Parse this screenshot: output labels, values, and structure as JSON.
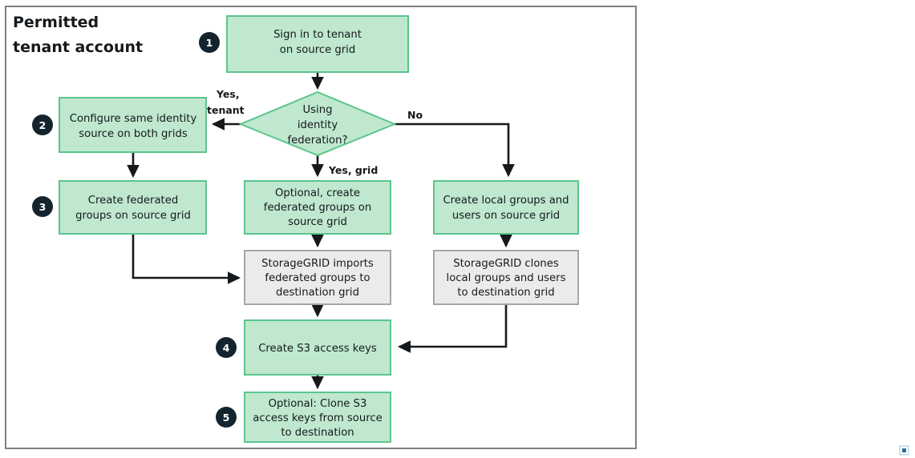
{
  "diagram": {
    "title_line1": "Permitted",
    "title_line2": "tenant account",
    "colors": {
      "green_fill": "#bfe8cf",
      "green_stroke": "#5cc48c",
      "gray_fill": "#ebebeb",
      "gray_stroke": "#a6a6a6",
      "step_badge": "#13242f",
      "connector": "#16191c",
      "frame_stroke": "#7f7f7f"
    },
    "nodes": [
      {
        "id": "sign-in",
        "kind": "process-green",
        "step": "1",
        "lines": [
          "Sign in to tenant",
          "on source grid"
        ]
      },
      {
        "id": "using-identity-federation",
        "kind": "decision",
        "step": "",
        "lines": [
          "Using",
          "identity",
          "federation?"
        ]
      },
      {
        "id": "configure-same-identity-source",
        "kind": "process-green",
        "step": "2",
        "lines": [
          "Configure same identity",
          "source on both grids"
        ]
      },
      {
        "id": "create-federated-groups-source",
        "kind": "process-green",
        "step": "3",
        "lines": [
          "Create federated",
          "groups on source grid"
        ]
      },
      {
        "id": "optional-create-federated-groups",
        "kind": "process-green",
        "step": "",
        "lines": [
          "Optional, create",
          "federated groups on",
          "source grid"
        ]
      },
      {
        "id": "create-local-groups-users",
        "kind": "process-green",
        "step": "",
        "lines": [
          "Create local groups and",
          "users on source grid"
        ]
      },
      {
        "id": "storagegrid-imports-federated-groups",
        "kind": "process-gray",
        "step": "",
        "lines": [
          "StorageGRID imports",
          "federated groups to",
          "destination grid"
        ]
      },
      {
        "id": "storagegrid-clones-local-groups",
        "kind": "process-gray",
        "step": "",
        "lines": [
          "StorageGRID clones",
          "local groups and users",
          "to destination grid"
        ]
      },
      {
        "id": "create-s3-access-keys",
        "kind": "process-green",
        "step": "4",
        "lines": [
          "Create S3 access keys"
        ]
      },
      {
        "id": "optional-clone-s3-access-keys",
        "kind": "process-green",
        "step": "5",
        "lines": [
          "Optional: Clone S3",
          "access keys from source",
          "to destination"
        ]
      }
    ],
    "edge_labels": [
      {
        "id": "yes-tenant",
        "lines": [
          "Yes,",
          "tenant"
        ]
      },
      {
        "id": "no",
        "lines": [
          "No"
        ]
      },
      {
        "id": "yes-grid",
        "lines": [
          "Yes, grid"
        ]
      }
    ],
    "step_badges": [
      "1",
      "2",
      "3",
      "4",
      "5"
    ]
  }
}
